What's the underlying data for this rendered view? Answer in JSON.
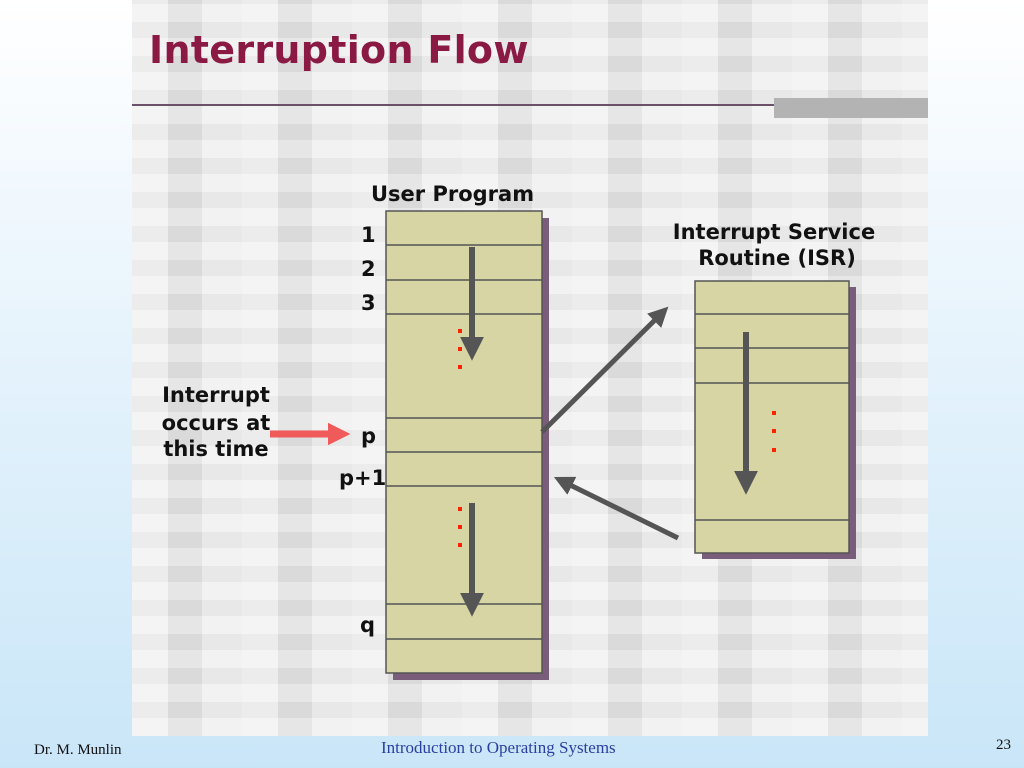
{
  "slide": {
    "title": "Interruption Flow",
    "footer": {
      "author": "Dr. M. Munlin",
      "course": "Introduction to Operating Systems",
      "page_number": "23"
    }
  },
  "diagram": {
    "user_program_title": "User Program",
    "isr_title_line1": "Interrupt Service",
    "isr_title_line2": "Routine (ISR)",
    "row_labels": {
      "r1": "1",
      "r2": "2",
      "r3": "3",
      "p": "p",
      "p1": "p+1",
      "q": "q"
    },
    "interrupt_label_line1": "Interrupt",
    "interrupt_label_line2": "occurs at",
    "interrupt_label_line3": "this time",
    "colors": {
      "block_fill": "#d6d5a3",
      "block_stroke": "#555555",
      "block_shadow": "#7a5d7a",
      "arrow": "#555555",
      "interrupt_arrow": "#f05a5a",
      "ellipsis_dots": "#ff2200"
    }
  }
}
